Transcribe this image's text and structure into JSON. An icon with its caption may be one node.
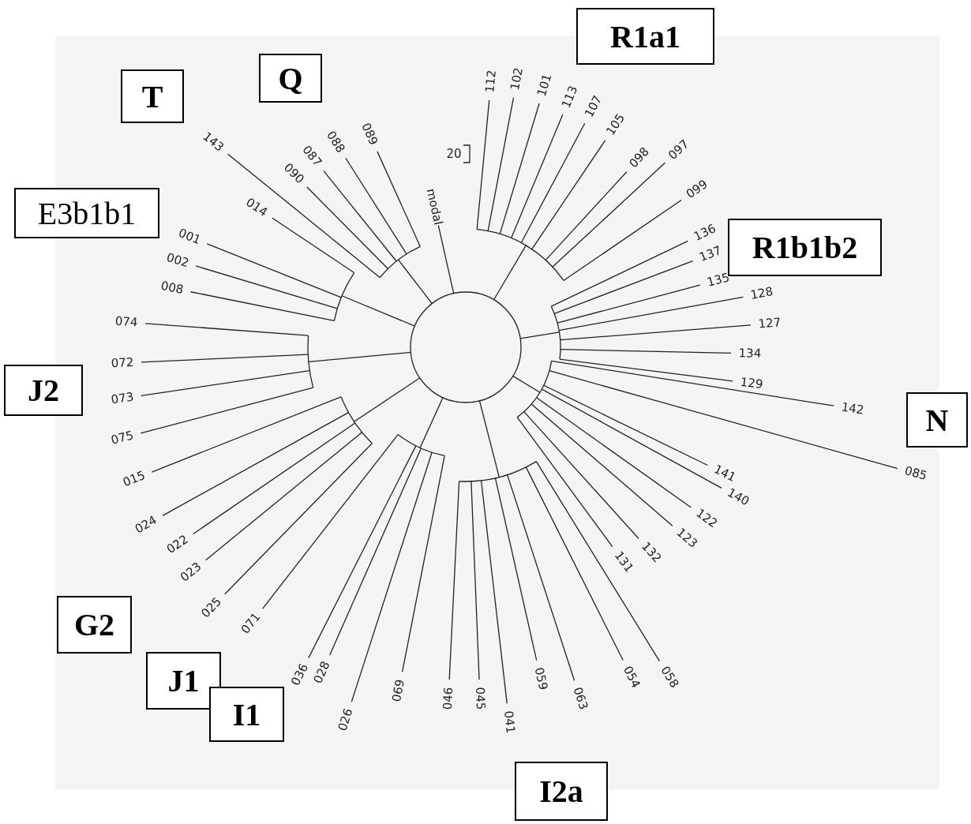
{
  "diagram": {
    "nodes": [
      {
        "text": [
          "R1a1"
        ]
      },
      {
        "text": [
          "Q"
        ]
      },
      {
        "text": [
          "T"
        ]
      },
      {
        "text": [
          "E3b1b1"
        ]
      },
      {
        "text": [
          "R1b1b2"
        ]
      },
      {
        "text": [
          "J2"
        ]
      },
      {
        "text": [
          "N"
        ]
      },
      {
        "text": [
          "G2"
        ]
      },
      {
        "text": [
          "J1"
        ]
      },
      {
        "text": [
          "I1"
        ]
      },
      {
        "text": [
          "I2a"
        ]
      }
    ],
    "labels": [
      "modal",
      "112",
      "102",
      "101",
      "113",
      "107",
      "105",
      "098",
      "097",
      "099",
      "136",
      "137",
      "135",
      "128",
      "127",
      "134",
      "129",
      "142",
      "085",
      "141",
      "140",
      "122",
      "123",
      "132",
      "131",
      "058",
      "054",
      "063",
      "059",
      "041",
      "045",
      "046",
      "069",
      "026",
      "028",
      "036",
      "071",
      "025",
      "023",
      "022",
      "024",
      "015",
      "075",
      "073",
      "072",
      "074",
      "008",
      "002",
      "001",
      "014",
      "143",
      "090",
      "087",
      "088",
      "089",
      "20"
    ]
  }
}
